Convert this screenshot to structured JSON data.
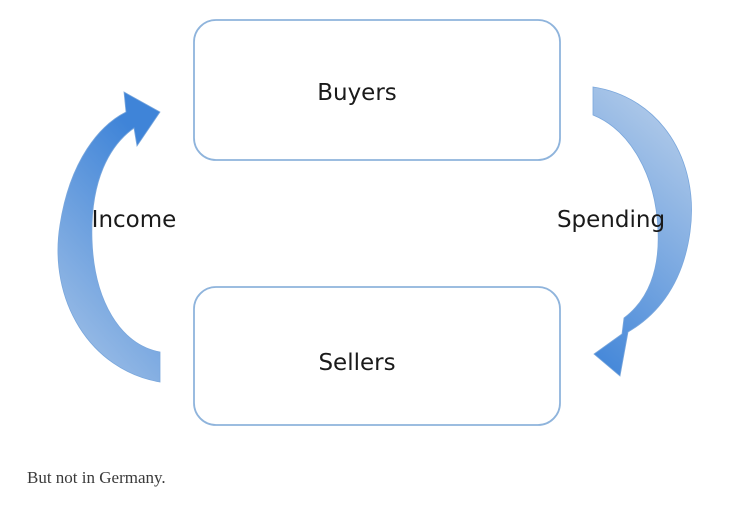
{
  "diagram": {
    "nodes": {
      "top": {
        "label": "Buyers"
      },
      "bottom": {
        "label": "Sellers"
      }
    },
    "edges": {
      "left": {
        "label": "Income"
      },
      "right": {
        "label": "Spending"
      }
    },
    "colors": {
      "box_border": "#8fb4dc",
      "arrow_light": "#a6c3e6",
      "arrow_dark": "#4b8ad8"
    }
  },
  "caption": "But not in Germany."
}
